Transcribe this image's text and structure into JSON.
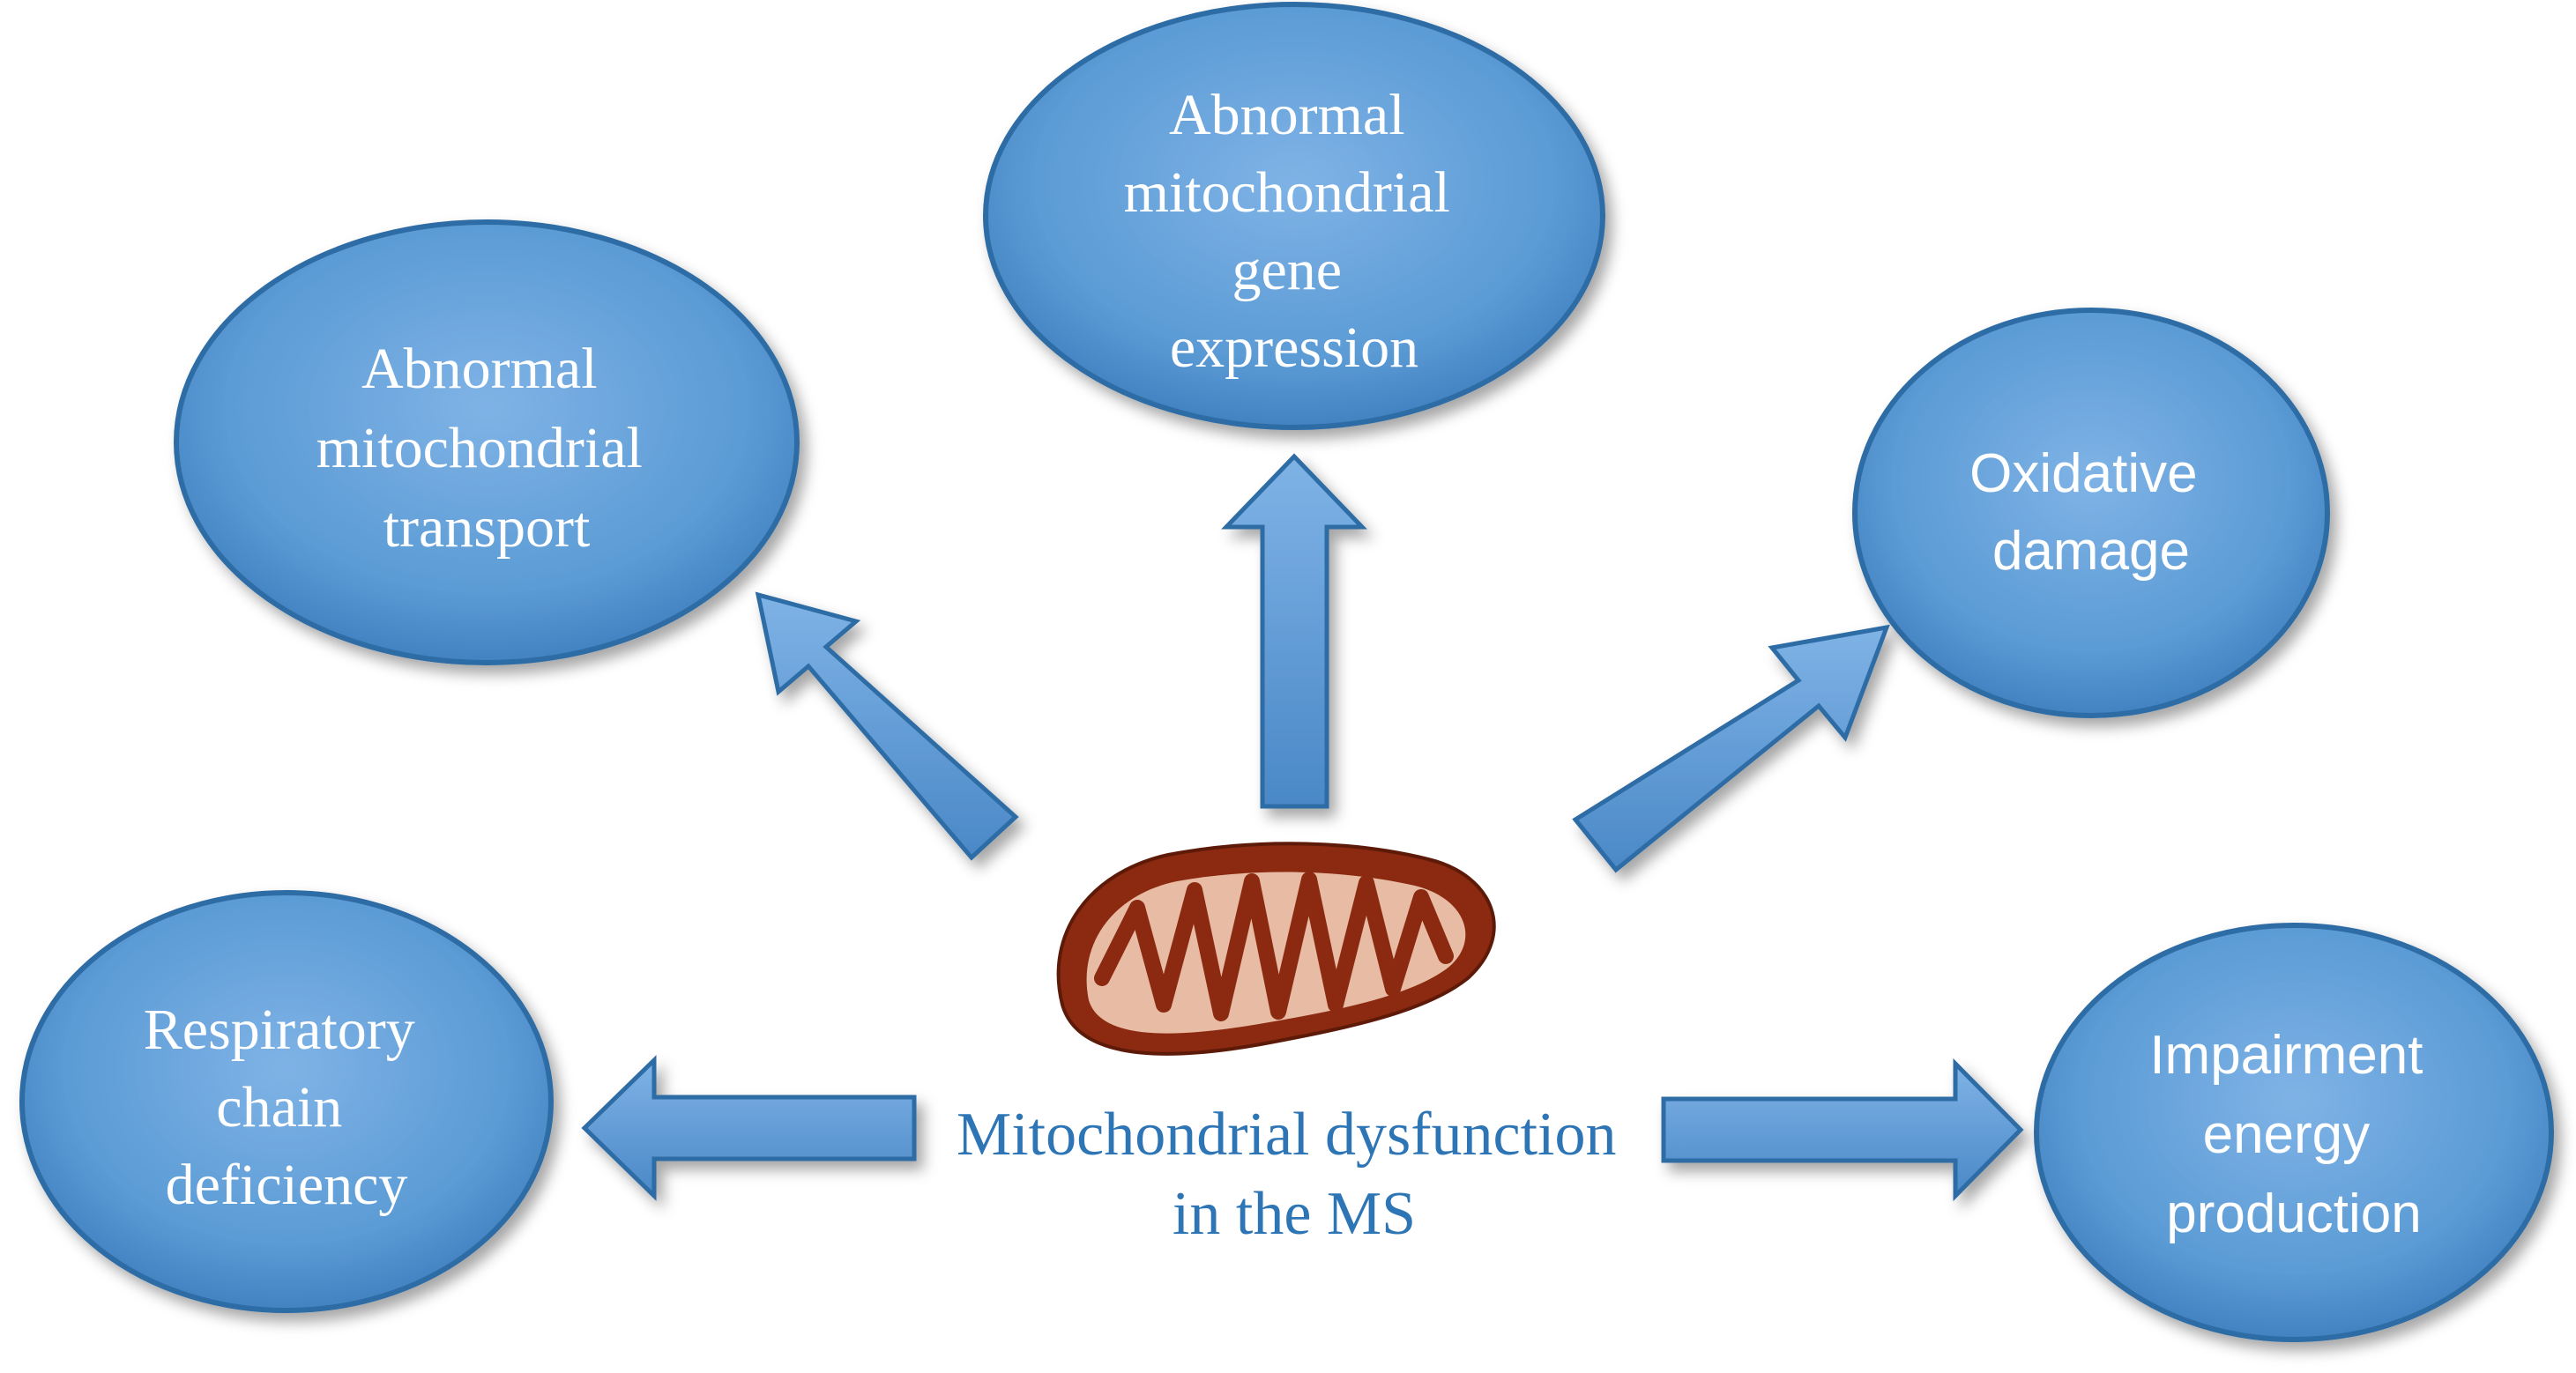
{
  "center": {
    "line1": "Mitochondrial dysfunction",
    "line2": "in the MS"
  },
  "nodes": {
    "transport": [
      "Abnormal",
      "mitochondrial",
      "transport"
    ],
    "gene_expression": [
      "Abnormal",
      "mitochondrial",
      "gene",
      "expression"
    ],
    "oxidative": [
      "Oxidative",
      "damage"
    ],
    "respiratory": [
      "Respiratory",
      "chain",
      "deficiency"
    ],
    "energy": [
      "Impairment",
      "energy",
      "production"
    ]
  },
  "icons": {
    "center": "mitochondrion-icon"
  },
  "colors": {
    "node_fill": "#5b9bd5",
    "node_text": "#ffffff",
    "arrow_fill": "#5b9bd5",
    "center_text": "#2e75b6",
    "mito_outer": "#8b2a10",
    "mito_inner": "#e8bba4"
  }
}
